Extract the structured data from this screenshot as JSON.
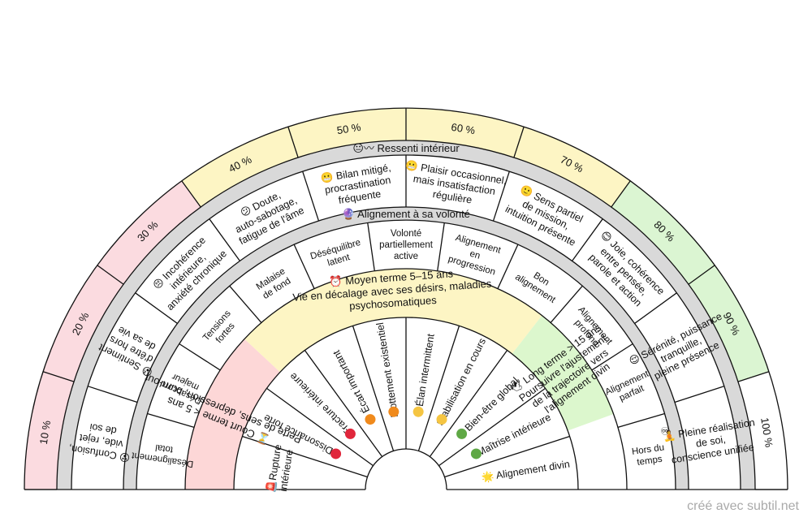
{
  "pct_ring": {
    "labels": [
      "10 %",
      "20 %",
      "30 %",
      "40 %",
      "50 %",
      "60 %",
      "70 %",
      "80 %",
      "90 %",
      "100 %"
    ],
    "colors": [
      "#fbdbe0",
      "#fbdbe0",
      "#fbdbe0",
      "#fdf5c4",
      "#fdf5c4",
      "#fdf5c4",
      "#fdf5c4",
      "#dbf5d2",
      "#dbf5d2",
      "#ffffff"
    ]
  },
  "ressenti": {
    "band_label": "😐〰 Ressenti intérieur",
    "items": [
      [
        "😵 Confusion,",
        "vide, rejet",
        "de soi"
      ],
      [
        "😰 Sentiment",
        "d'être hors",
        "de sa vie"
      ],
      [
        "😣 Incohérence",
        "intérieure,",
        "anxiété chronique"
      ],
      [
        "😕 Doute,",
        "auto-sabotage,",
        "fatigue de l'âme"
      ],
      [
        "😬 Bilan mitigé,",
        "procrastination",
        "fréquente"
      ],
      [
        "😬 Plaisir occasionnel,",
        "mais insatisfaction",
        "régulière"
      ],
      [
        "🙂 Sens partiel",
        "de mission,",
        "intuition présente"
      ],
      [
        "😊 Joie, cohérence",
        "entre pensée,",
        "parole et action"
      ],
      [
        "😌 Sérénité, puissance",
        "tranquille,",
        "pleine présence"
      ],
      [
        "🧘 Pleine réalisation",
        "de soi,",
        "conscience unifiée"
      ]
    ]
  },
  "volonte": {
    "band_label": "🔮 Alignement à sa volonté",
    "items": [
      [
        "Désalignement",
        "total"
      ],
      [
        "Désaccord",
        "majeur"
      ],
      [
        "Tensions",
        "fortes"
      ],
      [
        "Malaise",
        "de fond"
      ],
      [
        "Déséquilibre",
        "latent"
      ],
      [
        "Volonté",
        "partiellement",
        "active"
      ],
      [
        "Alignement",
        "en",
        "progression"
      ],
      [
        "Bon",
        "alignement"
      ],
      [
        "Alignement",
        "profond"
      ],
      [
        "Alignement",
        "parfait"
      ],
      [
        "Hors du",
        "temps"
      ]
    ]
  },
  "terms": {
    "court": {
      "lines": [
        "⏳ Court terme < 5 ans",
        "Perte de sens, dépression, burn-out"
      ],
      "color": "#fdd7d7"
    },
    "moyen": {
      "lines": [
        "⏰ Moyen terme 5–15 ans",
        "Vie en décalage avec ses désirs, maladies",
        "psychosomatiques"
      ],
      "color": "#fdf5c4"
    },
    "long": {
      "lines": [
        "🕊 Long terme > 15 ans",
        "Poursuivre l'ajustement",
        "de la trajectoire vers",
        "l'alignement divin"
      ],
      "color": "#dcf7cd"
    }
  },
  "inner": {
    "items": [
      {
        "text": [
          "🚨Rupture",
          "intérieure"
        ],
        "dot": ""
      },
      {
        "text": [
          "Dissonance forte"
        ],
        "dot": "#e0263b"
      },
      {
        "text": [
          "Fracture intérieure"
        ],
        "dot": "#e0263b"
      },
      {
        "text": [
          "Écart important"
        ],
        "dot": "#f08a1c"
      },
      {
        "text": [
          "Flottement existentiel"
        ],
        "dot": "#f08a1c"
      },
      {
        "text": [
          "Élan intermittent"
        ],
        "dot": "#f5c542"
      },
      {
        "text": [
          "Stabilisation en cours"
        ],
        "dot": "#f5c542"
      },
      {
        "text": [
          "Bien-être global"
        ],
        "dot": "#5fa845"
      },
      {
        "text": [
          "Maîtrise intérieure"
        ],
        "dot": "#5fa845"
      },
      {
        "text": [
          "🌟 Alignement divin"
        ],
        "dot": ""
      }
    ]
  },
  "hors_icon": "♾",
  "parfait_icon": "🌟",
  "credit": "créé avec subtil.net"
}
